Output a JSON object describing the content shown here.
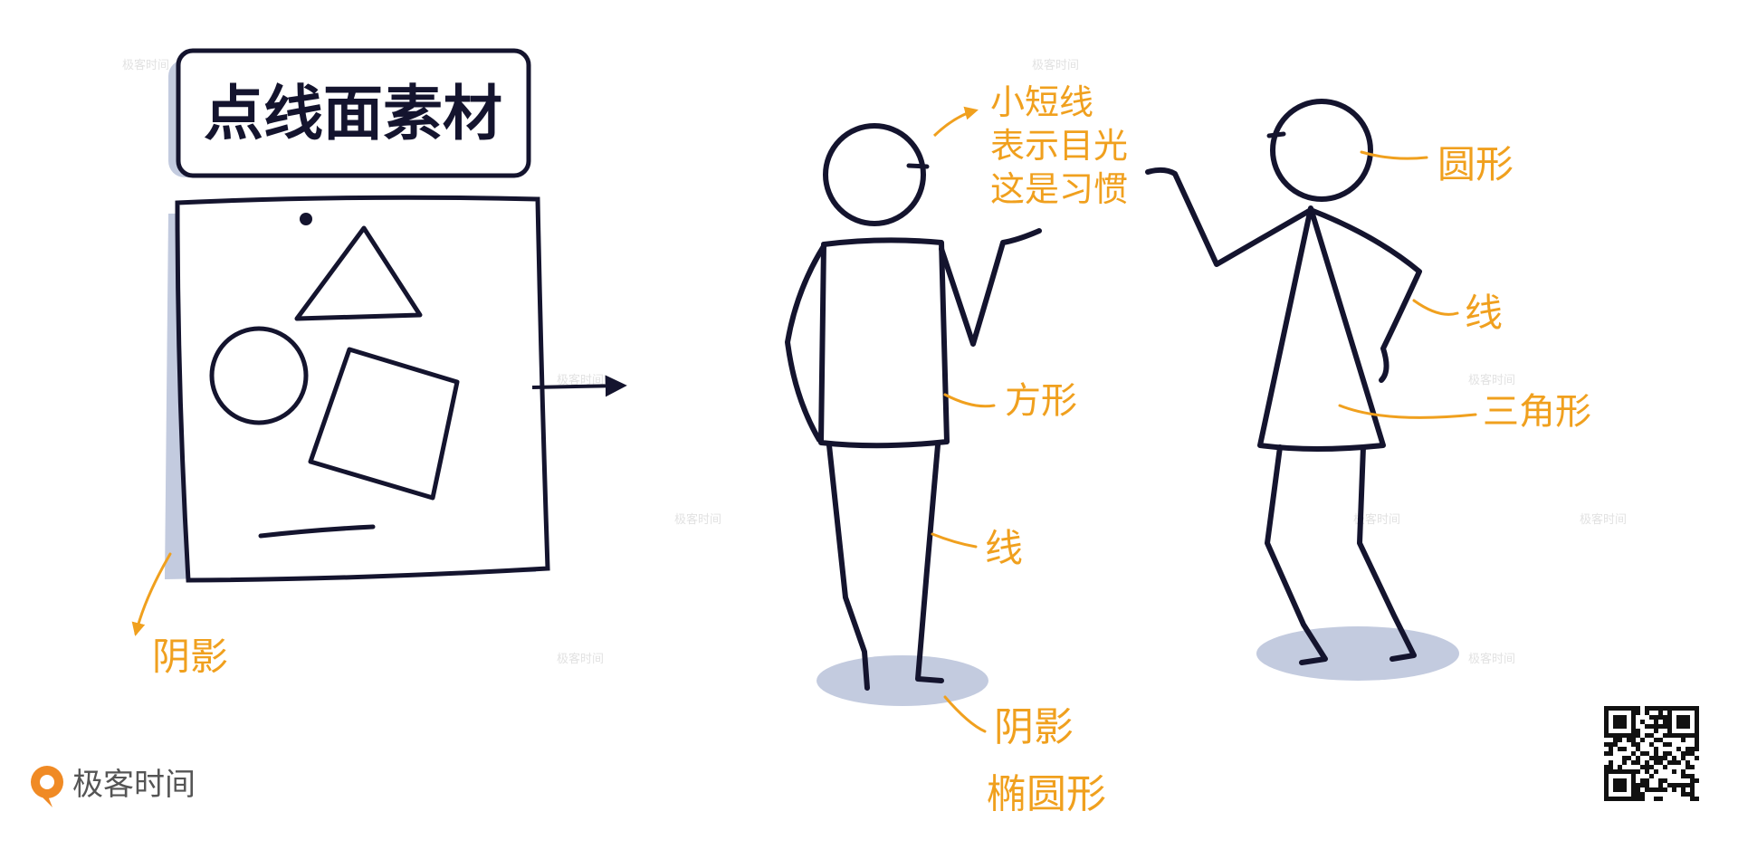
{
  "title": "点线面素材",
  "labels": {
    "panel_shadow": "阴影",
    "eye_note_line1": "小短线",
    "eye_note_line2": "表示目光",
    "eye_note_line3": "这是习惯",
    "square": "方形",
    "leg_line": "线",
    "ground_shadow": "阴影",
    "ellipse": "椭圆形",
    "circle": "圆形",
    "arm_line": "线",
    "triangle": "三角形"
  },
  "watermark": "极客时间",
  "brand": {
    "logo_text": "极客时间"
  },
  "colors": {
    "ink": "#14142e",
    "annotation": "#f0a01e",
    "shadow": "#c3cbdf",
    "watermark": "#e2e2e2"
  },
  "icons": [
    "arrow-right-icon",
    "geektime-logo-icon",
    "qr-code-icon"
  ]
}
